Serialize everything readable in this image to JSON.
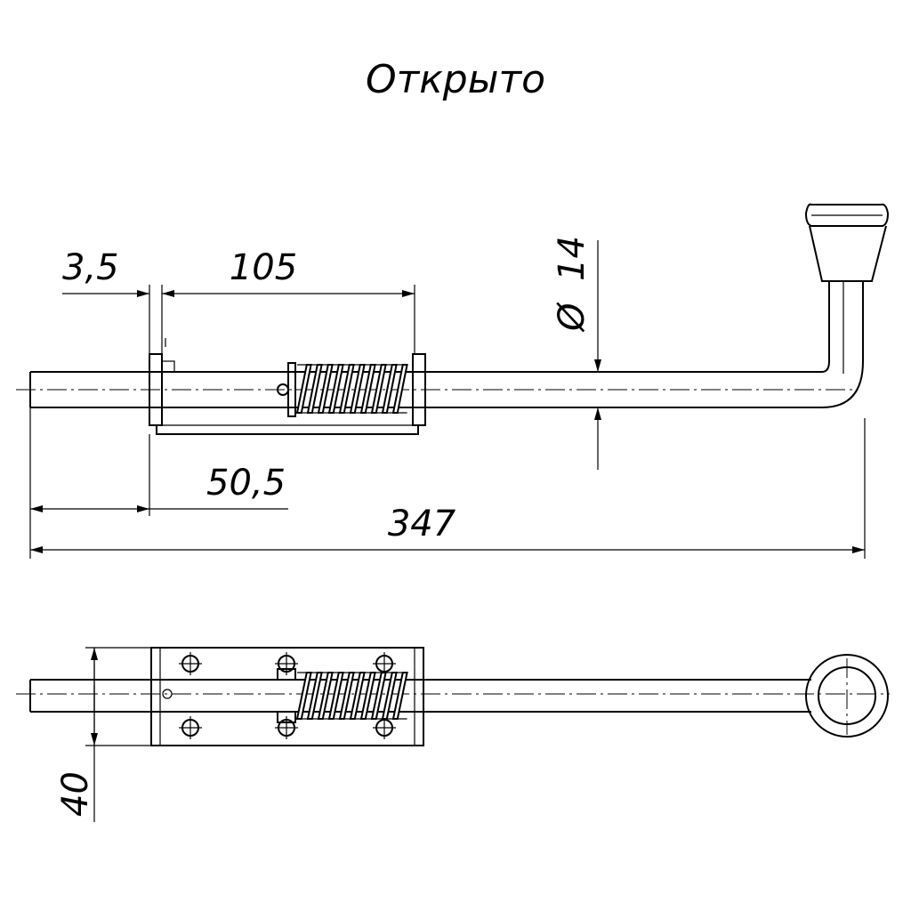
{
  "title": "Открыто",
  "dimensions": {
    "gap": "3,5",
    "housing_length": "105",
    "diameter_symbol": "Ø",
    "diameter": "14",
    "offset": "50,5",
    "total_length": "347",
    "height": "40"
  },
  "colors": {
    "line": "#000000",
    "background": "#ffffff"
  }
}
